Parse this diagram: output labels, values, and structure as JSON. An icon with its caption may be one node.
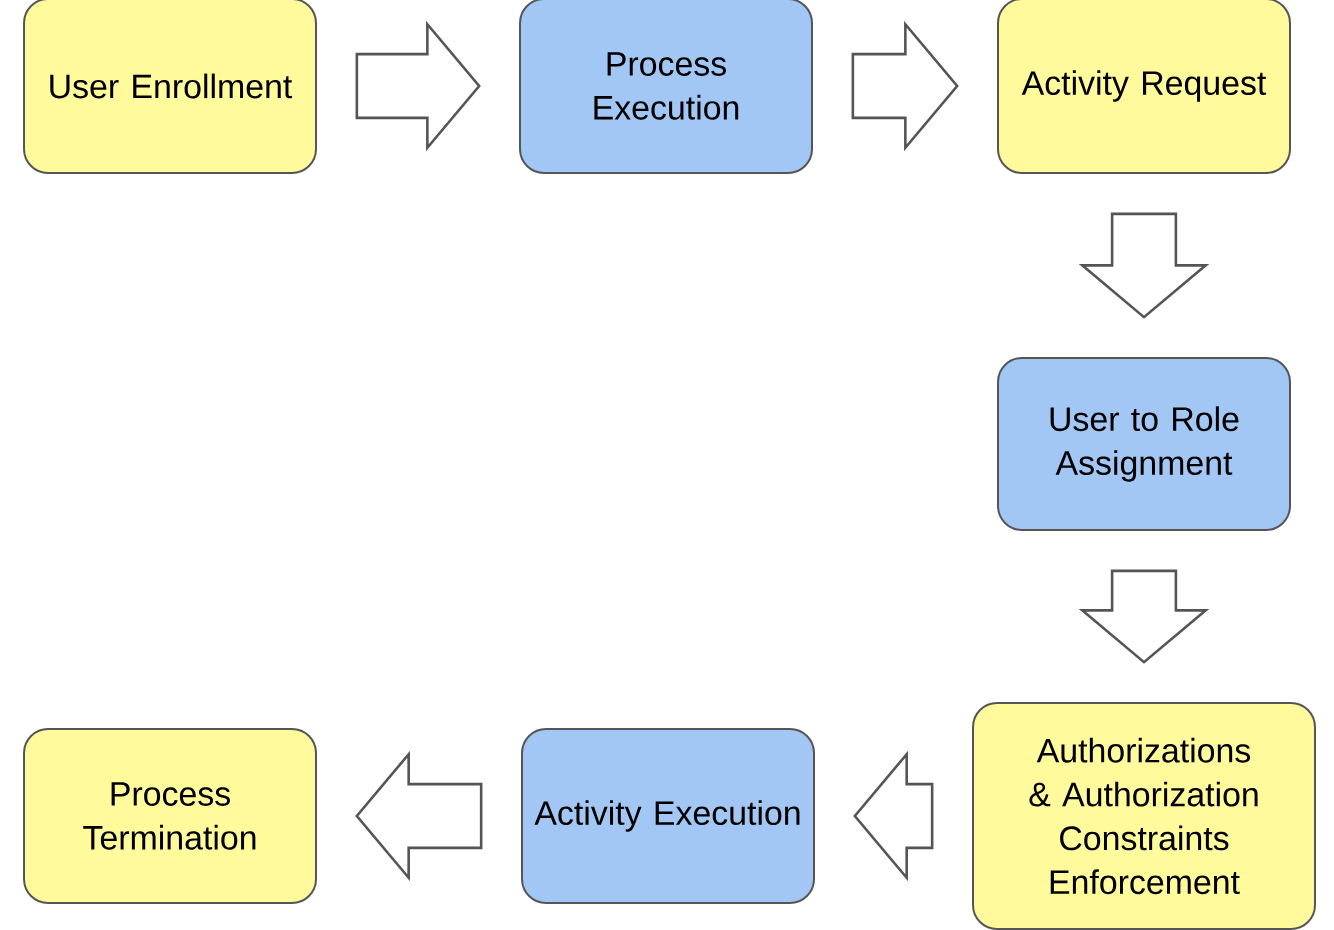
{
  "diagram": {
    "nodes": [
      {
        "text": [
          "User Enrollment"
        ]
      },
      {
        "text": [
          "Process Execution"
        ]
      },
      {
        "text": [
          "Activity Request"
        ]
      },
      {
        "text": [
          "User to Role Assignment"
        ]
      },
      {
        "text": [
          "Authorizations & Authorization Constraints Enforcement"
        ]
      },
      {
        "text": [
          "Activity Execution"
        ]
      },
      {
        "text": [
          "Process Termination"
        ]
      }
    ],
    "edges": [
      {
        "from": 0,
        "to": 1,
        "arrow": "to"
      },
      {
        "from": 1,
        "to": 2,
        "arrow": "to"
      },
      {
        "from": 2,
        "to": 3,
        "arrow": "to"
      },
      {
        "from": 3,
        "to": 4,
        "arrow": "to"
      },
      {
        "from": 4,
        "to": 5,
        "arrow": "to"
      },
      {
        "from": 5,
        "to": 6,
        "arrow": "to"
      }
    ]
  }
}
